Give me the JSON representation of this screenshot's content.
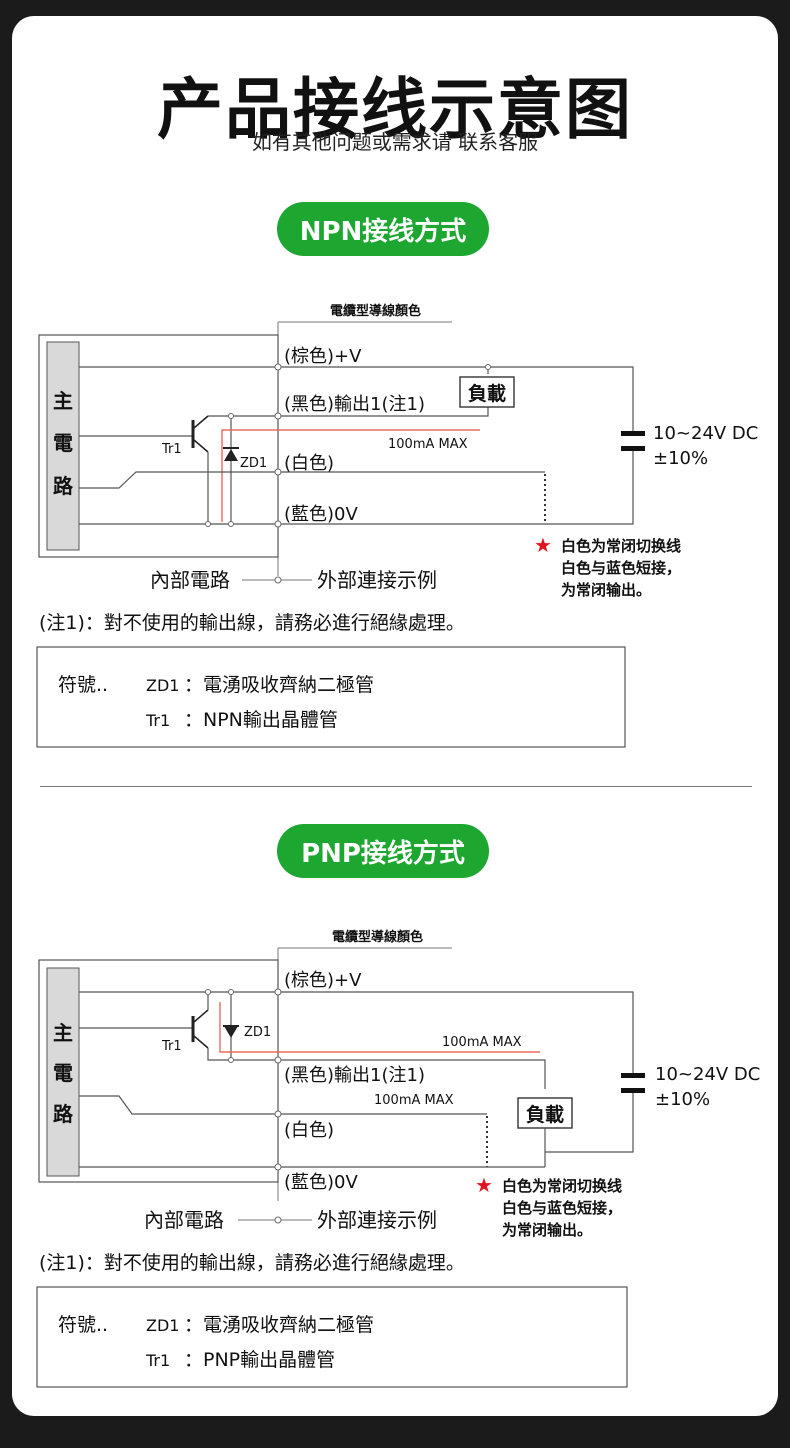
{
  "page": {
    "title": "产品接线示意图",
    "subtitle": "如有其他问题或需求请 联系客服"
  },
  "npn": {
    "section_label": "NPN接线方式",
    "cable_color_label": "電纜型導線顏色",
    "main_circuit": [
      "主",
      "電",
      "路"
    ],
    "brown": "(棕色)+V",
    "black": "(黑色)輸出1(注1)",
    "white": "(白色)",
    "blue": "(藍色)0V",
    "load": "負載",
    "current": "100mA MAX",
    "tr1": "Tr1",
    "zd1": "ZD1",
    "supply_voltage": "10~24V DC",
    "supply_tolerance": "±10%",
    "note_star": "★",
    "note_lines": [
      "白色为常闭切换线",
      "白色与蓝色短接，",
      "为常闭输出。"
    ],
    "internal_label": "內部電路",
    "external_label": "外部連接示例",
    "footnote": "(注1)：對不使用的輸出線，請務必進行絕緣處理。",
    "legend_title": "符號..",
    "legend_zd1_key": "ZD1",
    "legend_zd1_text": "：電湧吸收齊納二極管",
    "legend_tr1_key": "Tr1",
    "legend_tr1_text": "：NPN輸出晶體管"
  },
  "pnp": {
    "section_label": "PNP接线方式",
    "cable_color_label": "電纜型導線顏色",
    "main_circuit": [
      "主",
      "電",
      "路"
    ],
    "brown": "(棕色)+V",
    "black": "(黑色)輸出1(注1)",
    "white": "(白色)",
    "blue": "(藍色)0V",
    "load": "負載",
    "current_top": "100mA MAX",
    "current_mid": "100mA MAX",
    "tr1": "Tr1",
    "zd1": "ZD1",
    "supply_voltage": "10~24V DC",
    "supply_tolerance": "±10%",
    "note_star": "★",
    "note_lines": [
      "白色为常闭切换线",
      "白色与蓝色短接，",
      "为常闭输出。"
    ],
    "internal_label": "內部電路",
    "external_label": "外部連接示例",
    "footnote": "(注1)：對不使用的輸出線，請務必進行絕緣處理。",
    "legend_title": "符號..",
    "legend_zd1_key": "ZD1",
    "legend_zd1_text": "：電湧吸收齊納二極管",
    "legend_tr1_key": "Tr1",
    "legend_tr1_text": "：PNP輸出晶體管"
  },
  "colors": {
    "pill_green": "#1da630",
    "star_red": "#e0141e",
    "current_line_red": "#e86b5a",
    "main_block_gray": "#d9d9d9"
  }
}
